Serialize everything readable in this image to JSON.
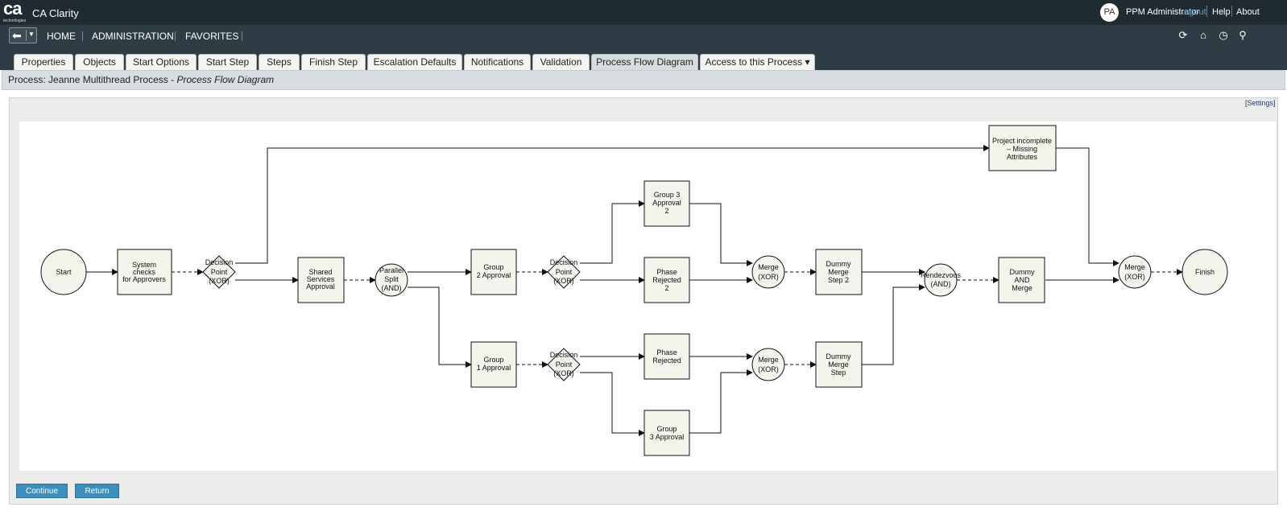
{
  "app": {
    "logo_text": "ca",
    "logo_sub": "technologies",
    "title": "CA Clarity",
    "avatar_initials": "PA",
    "user_name": "PPM Administrator",
    "logout": "Logout",
    "help": "Help",
    "about": "About"
  },
  "nav": {
    "items": [
      "HOME",
      "ADMINISTRATION",
      "FAVORITES"
    ],
    "icons": [
      "refresh-icon",
      "home-icon",
      "clock-icon",
      "search-icon"
    ]
  },
  "tabs": [
    {
      "label": "Properties"
    },
    {
      "label": "Objects"
    },
    {
      "label": "Start Options"
    },
    {
      "label": "Start Step"
    },
    {
      "label": "Steps"
    },
    {
      "label": "Finish Step"
    },
    {
      "label": "Escalation Defaults"
    },
    {
      "label": "Notifications"
    },
    {
      "label": "Validation"
    },
    {
      "label": "Process Flow Diagram",
      "active": true
    },
    {
      "label": "Access to this Process ▾"
    }
  ],
  "process": {
    "prefix": "Process: Jeanne Multithread Process - ",
    "subtitle": "Process Flow Diagram",
    "settings": "[Settings]"
  },
  "diagram": {
    "nodes": {
      "start": "Start",
      "system_checks": [
        "System",
        "checks",
        "for Approvers"
      ],
      "decision1": [
        "Decision",
        "Point",
        "(XOR)"
      ],
      "shared": [
        "Shared",
        "Services",
        "Approval"
      ],
      "parallel": [
        "Parallel",
        "Split",
        "(AND)"
      ],
      "group2": [
        "Group",
        "2 Approval"
      ],
      "decision2": [
        "Decision",
        "Point",
        "(XOR)"
      ],
      "group3_2": [
        "Group 3",
        "Approval",
        "2"
      ],
      "phase_rejected_2": [
        "Phase",
        "Rejected",
        "2"
      ],
      "merge1": [
        "Merge",
        "(XOR)"
      ],
      "dummy_merge_2": [
        "Dummy",
        "Merge",
        "Step 2"
      ],
      "group1": [
        "Group",
        "1 Approval"
      ],
      "decision3": [
        "Decision",
        "Point",
        "(XOR)"
      ],
      "phase_rejected": [
        "Phase",
        "Rejected"
      ],
      "group3": [
        "Group",
        "3 Approval"
      ],
      "merge2": [
        "Merge",
        "(XOR)"
      ],
      "dummy_merge": [
        "Dummy",
        "Merge",
        "Step"
      ],
      "rendezvous": [
        "Rendezvous",
        "(AND)"
      ],
      "dummy_and": [
        "Dummy",
        "AND",
        "Merge"
      ],
      "project_incomplete": [
        "Project incomplete",
        "– Missing",
        "Attributes"
      ],
      "merge3": [
        "Merge",
        "(XOR)"
      ],
      "finish": "Finish"
    }
  },
  "buttons": {
    "continue": "Continue",
    "return": "Return"
  },
  "colors": {
    "topbar": "#1f2a31",
    "navbar": "#2e3c44",
    "link": "#3ea6e0",
    "button": "#3b8fbd",
    "box_fill": "#f4f3ec"
  }
}
